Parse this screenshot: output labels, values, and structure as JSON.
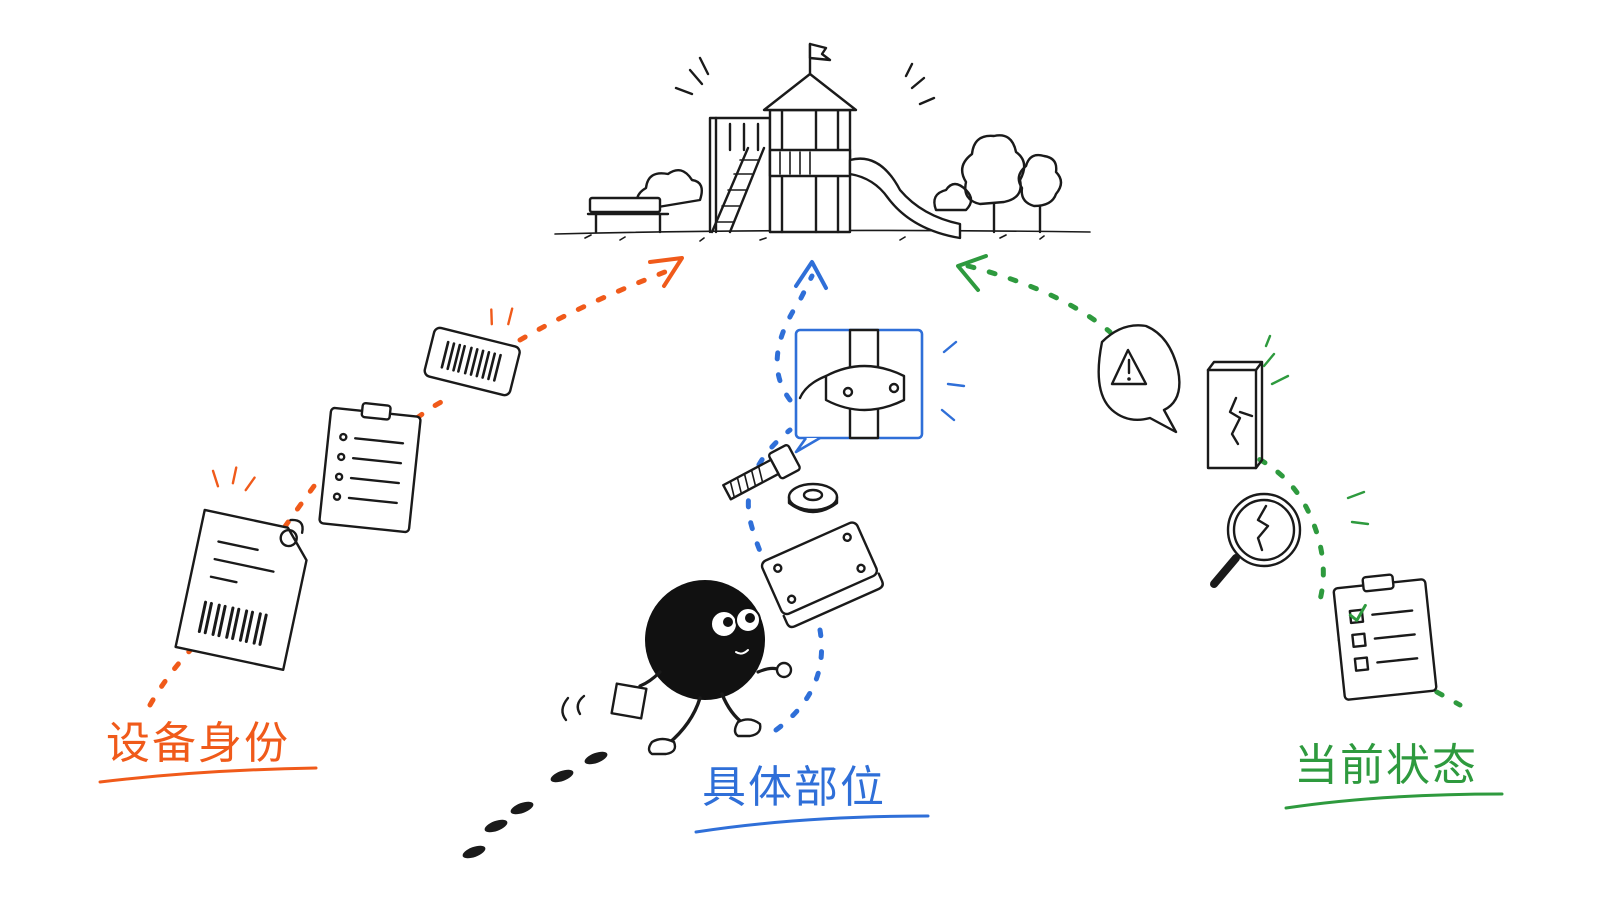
{
  "labels": {
    "left": "设备身份",
    "middle": "具体部位",
    "right": "当前状态"
  },
  "colors": {
    "left": "#f05a1a",
    "middle": "#2f6fd8",
    "right": "#2e9a3e",
    "ink": "#1a1a1a"
  },
  "icons": [
    "playground-icon",
    "bench-icon",
    "tree-icon",
    "equipment-tag-icon",
    "clipboard-icon",
    "barcode-label-icon",
    "pipe-clamp-icon",
    "bolt-icon",
    "washer-icon",
    "mounting-plate-icon",
    "ball-character-icon",
    "warning-bubble-icon",
    "cracked-post-icon",
    "magnifier-icon",
    "checklist-icon",
    "footprint-icon"
  ]
}
